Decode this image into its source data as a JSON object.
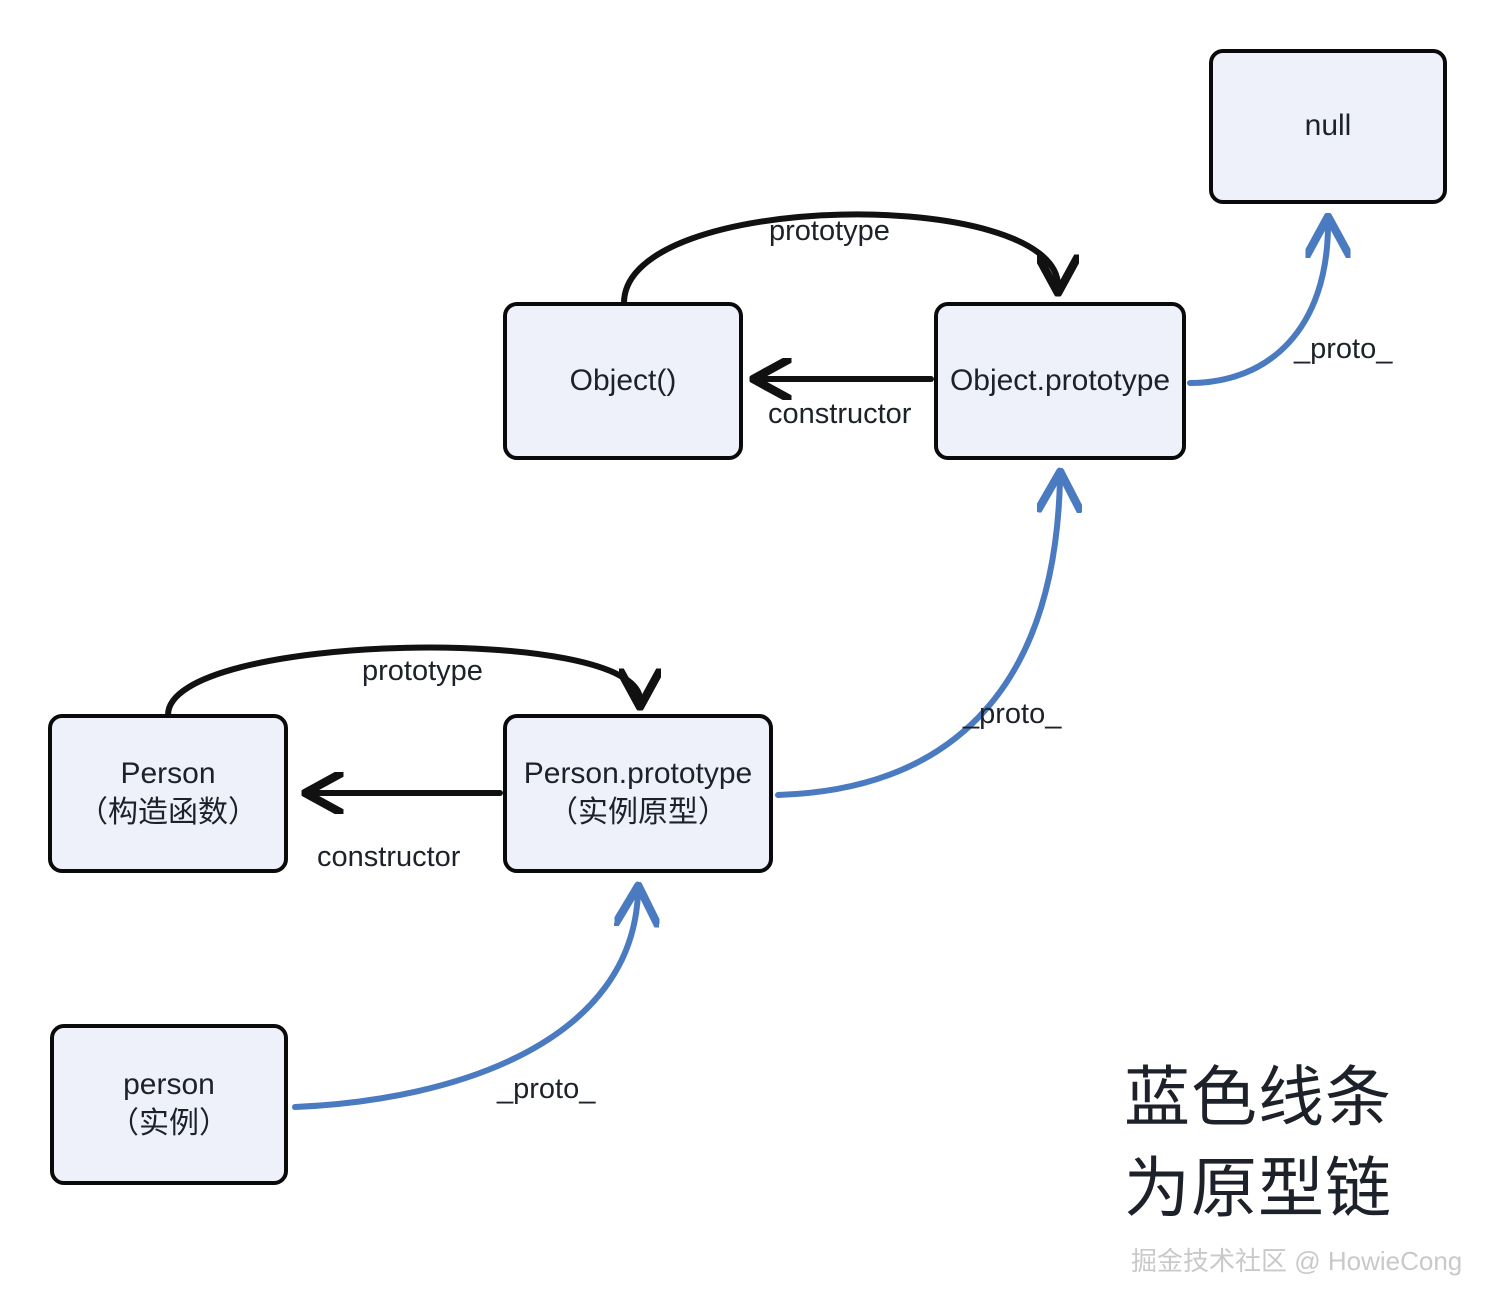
{
  "diagram": {
    "title": "JavaScript prototype chain diagram",
    "background_color": "#ffffff",
    "node_fill": "#eef1fa",
    "node_border": "#0a0a0a",
    "black_edge_color": "#111111",
    "blue_edge_color": "#4a7ac0"
  },
  "nodes": {
    "null_box": {
      "label": "null"
    },
    "object_fn": {
      "label": "Object()"
    },
    "object_prototype": {
      "label": "Object.prototype"
    },
    "person_fn": {
      "line1": "Person",
      "line2": "（构造函数）"
    },
    "person_prototype": {
      "line1": "Person.prototype",
      "line2": "（实例原型）"
    },
    "person_instance": {
      "line1": "person",
      "line2": "（实例）"
    }
  },
  "edge_labels": {
    "prototype_top": "prototype",
    "constructor_top": "constructor",
    "proto_null": "_proto_",
    "proto_mid": "_proto_",
    "prototype_bottom": "prototype",
    "constructor_bottom": "constructor",
    "proto_bottom": "_proto_"
  },
  "caption": {
    "line1": "蓝色线条",
    "line2": "为原型链"
  },
  "watermark": {
    "text": "掘金技术社区 @ HowieCong"
  }
}
